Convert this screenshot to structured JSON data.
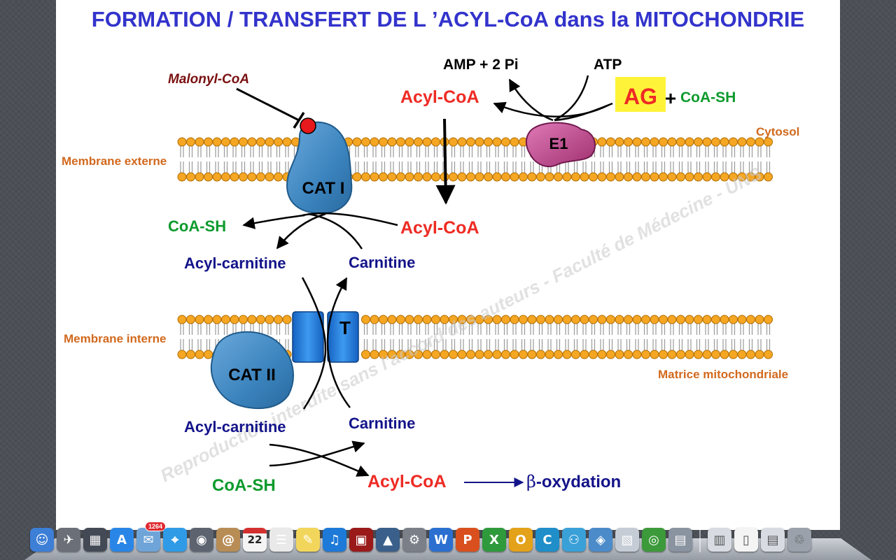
{
  "slide": {
    "title": "FORMATION / TRANSFERT DE L ’ACYL-CoA dans la MITOCHONDRIE",
    "watermark": "Reproduction interdite sans l'accord des auteurs - Faculté de Médecine - UNS",
    "colors": {
      "title": "#3333cc",
      "red": "#ee2b24",
      "green": "#0c9a2c",
      "navy": "#13138a",
      "orange": "#d2691e",
      "darkred": "#7a1010",
      "protein_blue": "#3b83bd",
      "transporter_blue": "#1e7de0",
      "enzyme_magenta": "#c04090",
      "ag_highlight": "#fff33a",
      "lipid_head": "#f5a623"
    },
    "labels": {
      "membrane_externe": "Membrane externe",
      "membrane_interne": "Membrane interne",
      "cytosol": "Cytosol",
      "matrice": "Matrice mitochondriale",
      "malonyl": "Malonyl-CoA",
      "cat1": "CAT I",
      "cat2": "CAT II",
      "e1": "E1",
      "transporter": "T",
      "amp": "AMP + 2 Pi",
      "atp": "ATP",
      "ag": "AG",
      "plus": "+",
      "coash_top": "CoA-SH",
      "acylcoa_top": "Acyl-CoA",
      "acylcoa_mid": "Acyl-CoA",
      "coash_left": "CoA-SH",
      "acylcarnitine_1": "Acyl-carnitine",
      "carnitine_1": "Carnitine",
      "acylcarnitine_2": "Acyl-carnitine",
      "carnitine_2": "Carnitine",
      "coash_bottom": "CoA-SH",
      "acylcoa_bottom": "Acyl-CoA",
      "beta": "β",
      "oxydation": "-oxydation"
    }
  },
  "dock": {
    "badge": "1264",
    "calendar_day": "22",
    "icons": [
      {
        "name": "finder-icon",
        "glyph": "☺",
        "color": "#3d7fd6"
      },
      {
        "name": "launchpad-icon",
        "glyph": "✈",
        "color": "#6b6f77"
      },
      {
        "name": "mission-control-icon",
        "glyph": "▦",
        "color": "#444a55"
      },
      {
        "name": "app-store-icon",
        "glyph": "A",
        "color": "#2a86e6"
      },
      {
        "name": "mail-icon",
        "glyph": "✉",
        "color": "#6fa4d8"
      },
      {
        "name": "safari-icon",
        "glyph": "⌖",
        "color": "#2f9be6"
      },
      {
        "name": "facetime-icon",
        "glyph": "◉",
        "color": "#5d6470"
      },
      {
        "name": "contacts-icon",
        "glyph": "@",
        "color": "#b88d55"
      },
      {
        "name": "calendar-icon",
        "glyph": "",
        "color": "#f4f4f4"
      },
      {
        "name": "reminders-icon",
        "glyph": "☰",
        "color": "#e9e9e9"
      },
      {
        "name": "notes-icon",
        "glyph": "✎",
        "color": "#f2d65c"
      },
      {
        "name": "itunes-icon",
        "glyph": "♫",
        "color": "#1e7ad8"
      },
      {
        "name": "photo-booth-icon",
        "glyph": "▣",
        "color": "#9a1a1a"
      },
      {
        "name": "iphoto-icon",
        "glyph": "▲",
        "color": "#3a5f8a"
      },
      {
        "name": "system-preferences-icon",
        "glyph": "⚙",
        "color": "#7a7f88"
      },
      {
        "name": "word-icon",
        "glyph": "W",
        "color": "#2b6fd0"
      },
      {
        "name": "powerpoint-icon",
        "glyph": "P",
        "color": "#d9501e"
      },
      {
        "name": "excel-icon",
        "glyph": "X",
        "color": "#2f9a3b"
      },
      {
        "name": "outlook-icon",
        "glyph": "O",
        "color": "#e3a21a"
      },
      {
        "name": "communicator-icon",
        "glyph": "C",
        "color": "#1f8ec9"
      },
      {
        "name": "messenger-icon",
        "glyph": "⚇",
        "color": "#3aa0d8"
      },
      {
        "name": "network-icon",
        "glyph": "◈",
        "color": "#4c8bc9"
      },
      {
        "name": "preview-icon",
        "glyph": "▧",
        "color": "#c5ccd6"
      },
      {
        "name": "chrome-icon",
        "glyph": "◎",
        "color": "#3c9a3a"
      },
      {
        "name": "image-capture-icon",
        "glyph": "▤",
        "color": "#8a93a0"
      }
    ],
    "right_icons": [
      {
        "name": "downloads-stack-icon",
        "glyph": "▥",
        "color": "#d8dce2"
      },
      {
        "name": "document-icon",
        "glyph": "▯",
        "color": "#f4f4f4"
      },
      {
        "name": "documents-stack-icon",
        "glyph": "▤",
        "color": "#d8dce2"
      },
      {
        "name": "trash-icon",
        "glyph": "♲",
        "color": "#9aa1aa"
      }
    ]
  }
}
